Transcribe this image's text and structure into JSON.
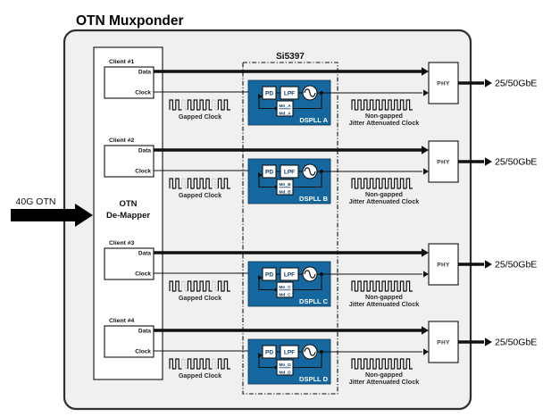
{
  "title": "OTN Muxponder",
  "chip": {
    "label": "Si5397"
  },
  "input": {
    "label": "40G OTN"
  },
  "demapper": {
    "line1": "OTN",
    "line2": "De-Mapper"
  },
  "channels": [
    {
      "client": "Client #1",
      "data": "Data",
      "clock": "Clock",
      "gapped": "Gapped Clock",
      "pd": "PD",
      "lpf": "LPF",
      "divider_num": "Mn_A",
      "divider_den": "Md_A",
      "dspll": "DSPLL A",
      "nongapped_line1": "Non-gapped",
      "nongapped_line2": "Jitter Attenuated Clock",
      "phy": "PHY",
      "output": "25/50GbE"
    },
    {
      "client": "Client #2",
      "data": "Data",
      "clock": "Clock",
      "gapped": "Gapped Clock",
      "pd": "PD",
      "lpf": "LPF",
      "divider_num": "Mn_B",
      "divider_den": "Md_B",
      "dspll": "DSPLL B",
      "nongapped_line1": "Non-gapped",
      "nongapped_line2": "Jitter Attenuated Clock",
      "phy": "PHY",
      "output": "25/50GbE"
    },
    {
      "client": "Client #3",
      "data": "Data",
      "clock": "Clock",
      "gapped": "Gapped Clock",
      "pd": "PD",
      "lpf": "LPF",
      "divider_num": "Mn_C",
      "divider_den": "Md_C",
      "dspll": "DSPLL C",
      "nongapped_line1": "Non-gapped",
      "nongapped_line2": "Jitter Attenuated Clock",
      "phy": "PHY",
      "output": "25/50GbE"
    },
    {
      "client": "Client #4",
      "data": "Data",
      "clock": "Clock",
      "gapped": "Gapped Clock",
      "pd": "PD",
      "lpf": "LPF",
      "divider_num": "Mn_D",
      "divider_den": "Md_D",
      "dspll": "DSPLL D",
      "nongapped_line1": "Non-gapped",
      "nongapped_line2": "Jitter Attenuated Clock",
      "phy": "PHY",
      "output": "25/50GbE"
    }
  ],
  "colors": {
    "blue": "#15689f",
    "navy": "#0d3a66",
    "bg": "#f0f0f0",
    "gray": "#c0c0c0"
  }
}
